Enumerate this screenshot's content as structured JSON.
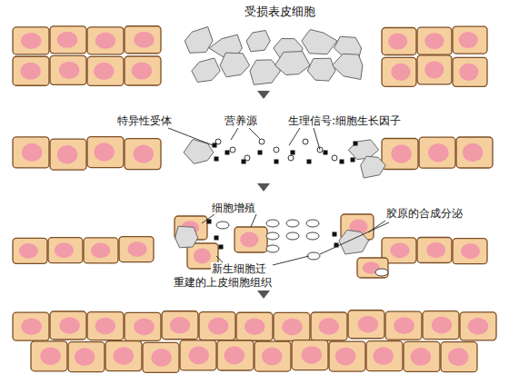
{
  "diagram": {
    "title": "受损表皮细胞",
    "labels": [
      "特异性受体",
      "营养源",
      "生理信号:细胞生长因子",
      "细胞增殖",
      "胶原的合成分泌",
      "新生细胞迁",
      "重建的上皮细胞组织"
    ]
  }
}
